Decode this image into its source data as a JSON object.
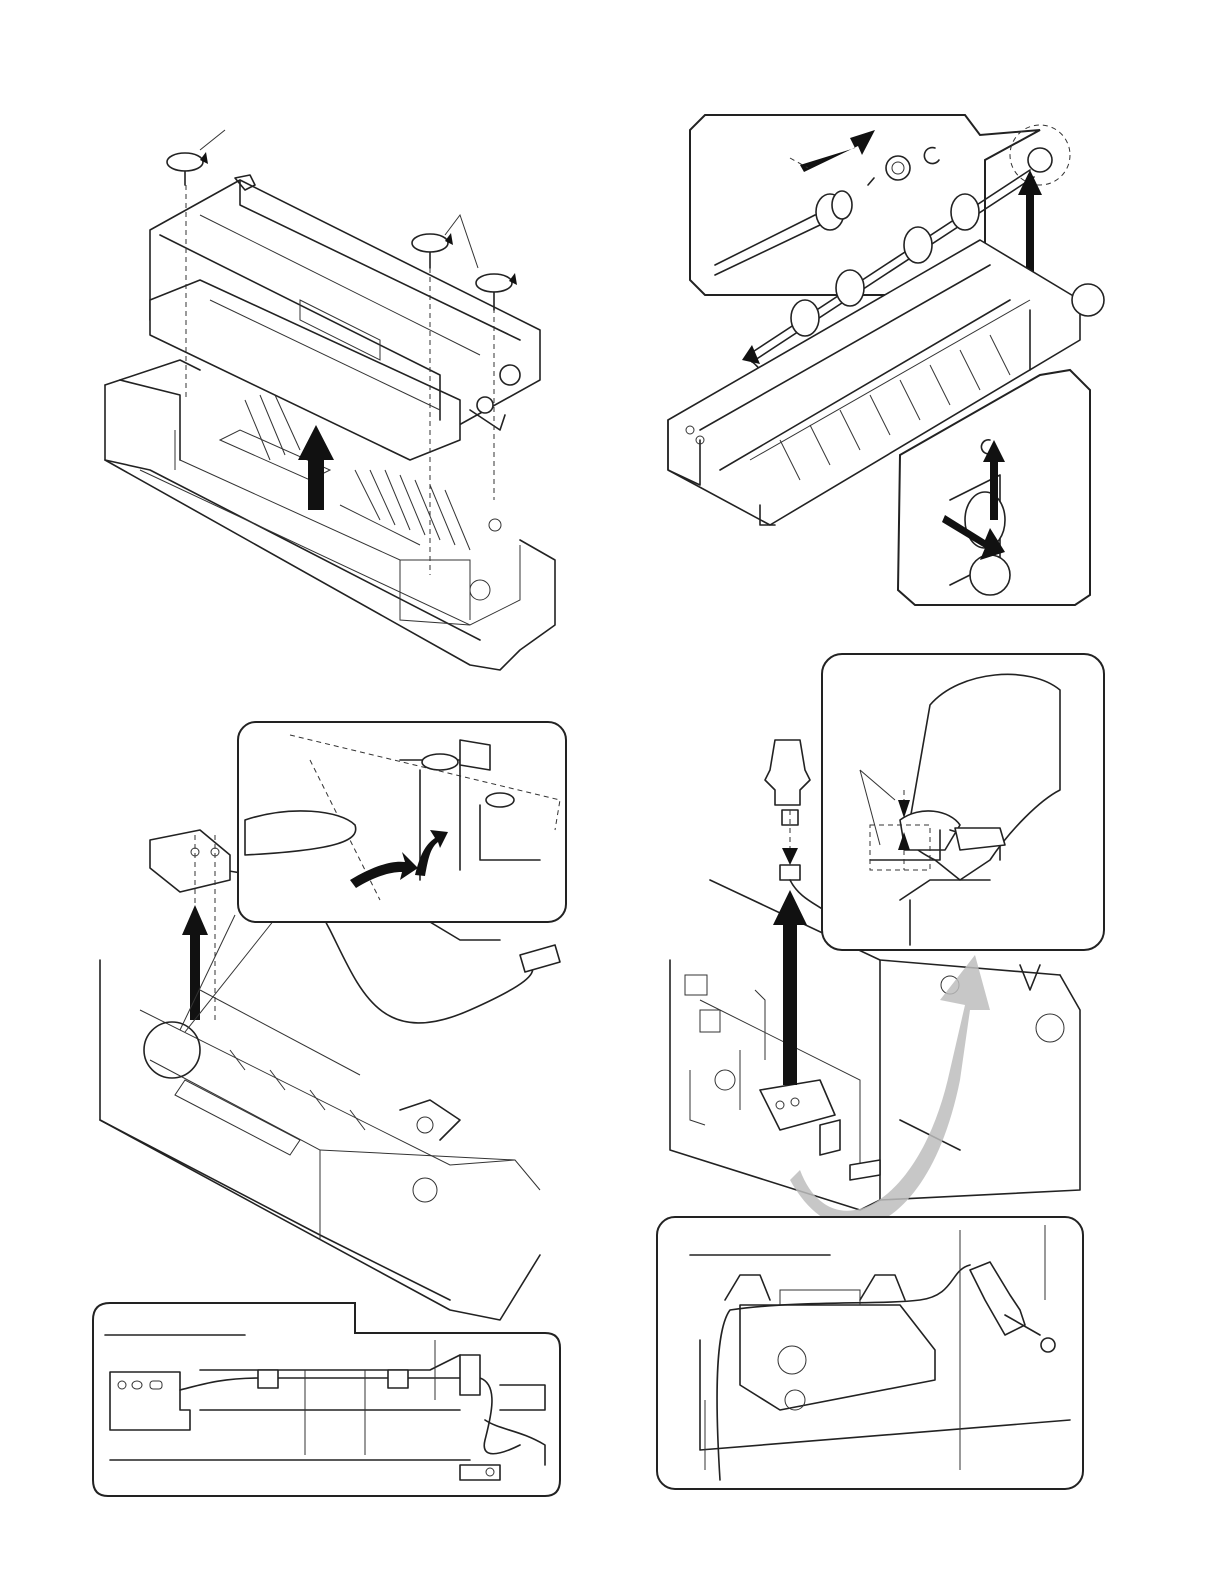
{
  "document": {
    "figures": [
      {
        "id": "fig-upper-left",
        "subject": "paper-guide-unit-removal"
      },
      {
        "id": "fig-upper-right",
        "subject": "roller-shaft-removal"
      },
      {
        "id": "fig-middle-left",
        "subject": "sensor-pwb-removal"
      },
      {
        "id": "fig-middle-right",
        "subject": "solenoid-removal"
      },
      {
        "id": "fig-lower-left",
        "subject": "harness-routing-pwb"
      },
      {
        "id": "fig-lower-right",
        "subject": "harness-routing-solenoid"
      }
    ],
    "icons": [
      "screw-rotate-icon",
      "up-arrow-icon",
      "hand-icon",
      "e-ring-icon",
      "gear-icon"
    ]
  }
}
